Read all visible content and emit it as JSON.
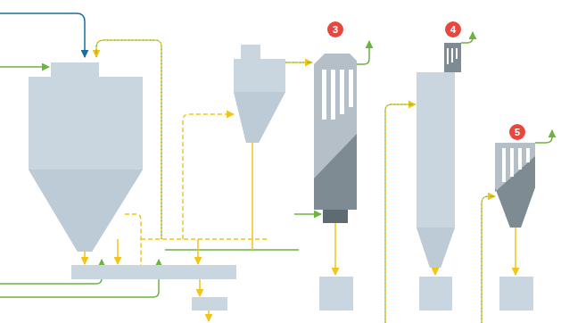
{
  "diagram": {
    "labels": [
      "3",
      "4",
      "5"
    ]
  }
}
